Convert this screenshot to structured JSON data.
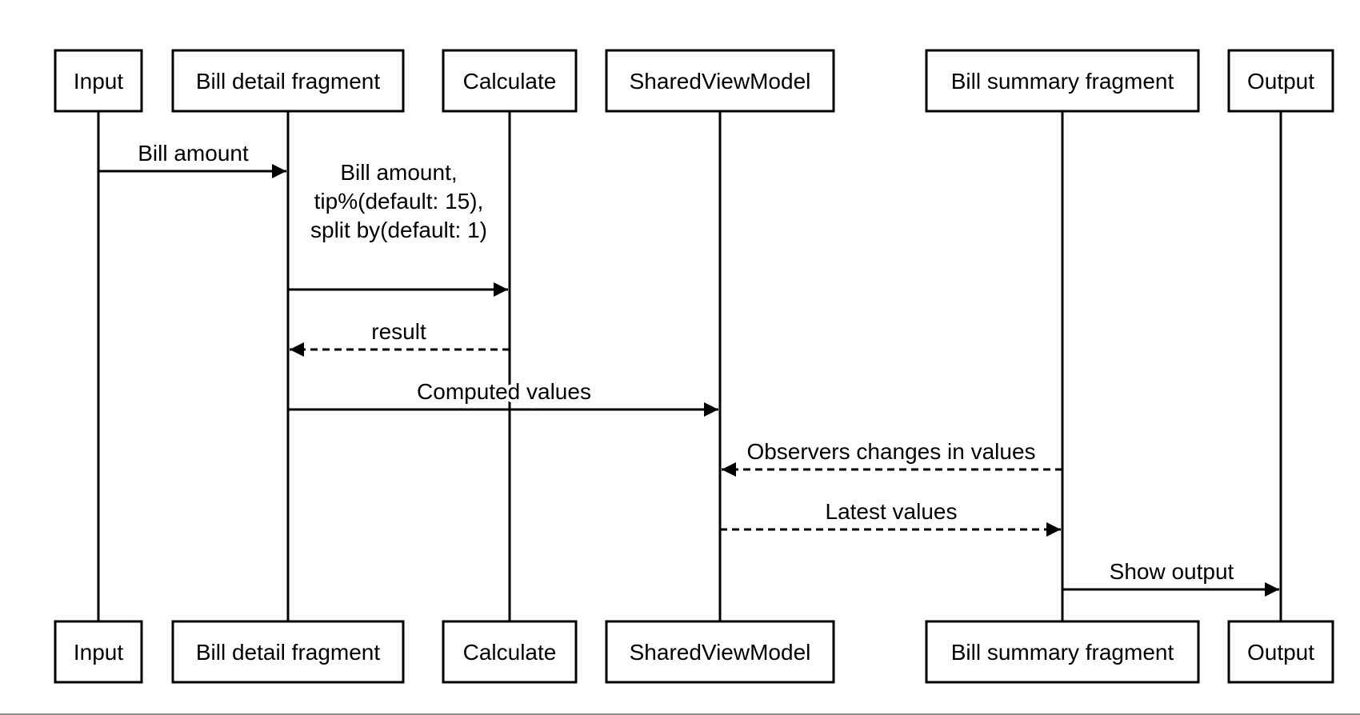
{
  "diagram": {
    "participants": [
      {
        "id": "input",
        "label": "Input"
      },
      {
        "id": "bill-detail",
        "label": "Bill detail fragment"
      },
      {
        "id": "calculate",
        "label": "Calculate"
      },
      {
        "id": "shared-vm",
        "label": "SharedViewModel"
      },
      {
        "id": "bill-summary",
        "label": "Bill summary fragment"
      },
      {
        "id": "output",
        "label": "Output"
      }
    ],
    "messages": [
      {
        "from": "input",
        "to": "bill-detail",
        "style": "solid",
        "label_lines": [
          "Bill amount"
        ]
      },
      {
        "from": "bill-detail",
        "to": "calculate",
        "style": "solid",
        "label_lines": [
          "Bill amount,",
          "tip%(default: 15),",
          "split by(default: 1)"
        ]
      },
      {
        "from": "calculate",
        "to": "bill-detail",
        "style": "dashed",
        "label_lines": [
          "result"
        ]
      },
      {
        "from": "bill-detail",
        "to": "shared-vm",
        "style": "solid",
        "label_lines": [
          "Computed values"
        ]
      },
      {
        "from": "bill-summary",
        "to": "shared-vm",
        "style": "dashed",
        "label_lines": [
          "Observers changes in values"
        ]
      },
      {
        "from": "shared-vm",
        "to": "bill-summary",
        "style": "dashed",
        "label_lines": [
          "Latest values"
        ]
      },
      {
        "from": "bill-summary",
        "to": "output",
        "style": "solid",
        "label_lines": [
          "Show output"
        ]
      }
    ],
    "colors": {
      "stroke": "#000000",
      "background": "#ffffff",
      "bottom_rule": "#8c8c8c"
    }
  }
}
